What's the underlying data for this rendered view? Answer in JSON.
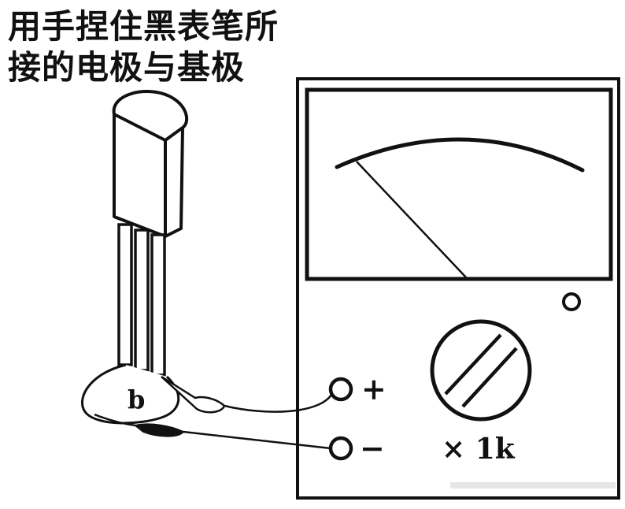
{
  "caption": {
    "line1": "用手捏住黑表笔所",
    "line2": "接的电极与基极"
  },
  "transistor": {
    "pin_label": "b"
  },
  "meter": {
    "plus_label": "+",
    "minus_label": "−",
    "range_label": "× 1k"
  },
  "colors": {
    "ink": "#111111",
    "background": "#ffffff"
  }
}
